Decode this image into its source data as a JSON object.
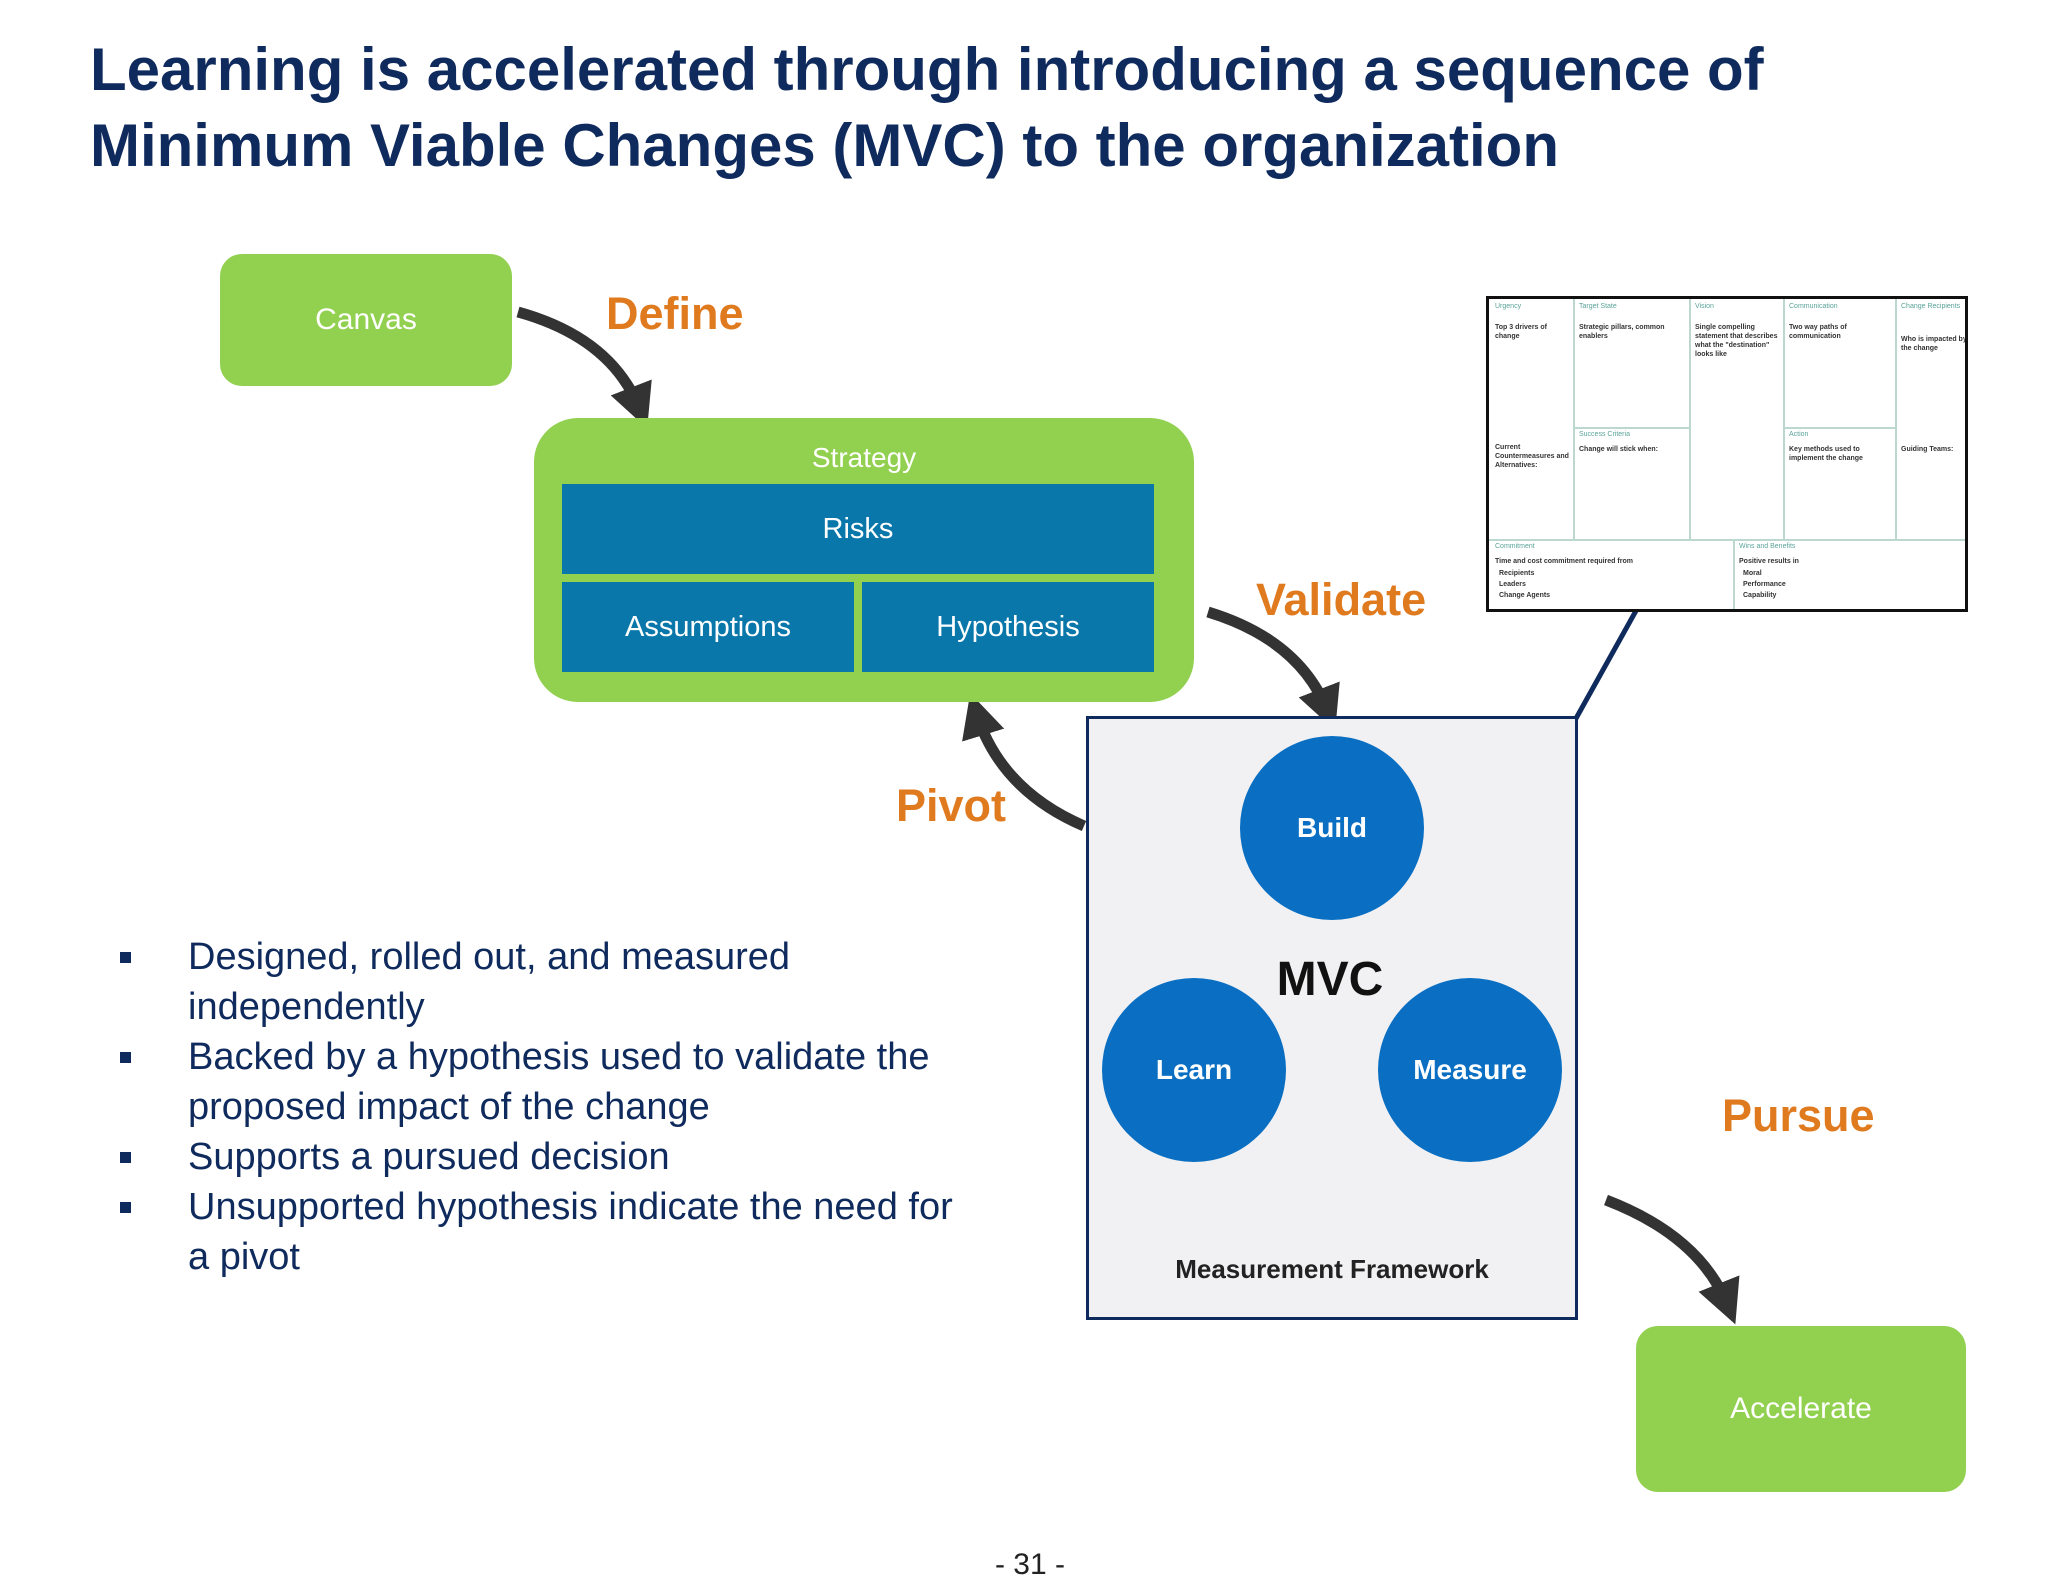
{
  "title": {
    "line1": "Learning is accelerated through introducing a sequence of",
    "line2": "Minimum Viable Changes (MVC) to the organization"
  },
  "diagram": {
    "canvas_label": "Canvas",
    "strategy_label": "Strategy",
    "risks_label": "Risks",
    "assumptions_label": "Assumptions",
    "hypothesis_label": "Hypothesis",
    "accelerate_label": "Accelerate",
    "actions": {
      "define": "Define",
      "validate": "Validate",
      "pivot": "Pivot",
      "pursue": "Pursue"
    },
    "cycle": {
      "center": "MVC",
      "build": "Build",
      "measure": "Measure",
      "learn": "Learn",
      "framework_label": "Measurement Framework"
    },
    "colors": {
      "green": "#92d050",
      "cell_blue": "#0a77aa",
      "circle_blue": "#0a6fc2",
      "orange": "#e07a1f",
      "navy": "#0f2a5c"
    }
  },
  "canvas_thumbnail": {
    "headers": [
      "Urgency",
      "Target State",
      "Vision",
      "Communication",
      "Change Recipients",
      "Success Criteria",
      "Action",
      "Commitment",
      "Wins and Benefits"
    ],
    "texts": [
      "Top 3 drivers of change",
      "Strategic pillars, common enablers",
      "Single compelling statement that describes what the \"destination\" looks like",
      "Two way paths of communication",
      "Who is impacted by the change",
      "Current Countermeasures and Alternatives:",
      "Change will stick when:",
      "Key methods used to implement the change",
      "Guiding Teams:",
      "Time and cost commitment required from",
      "Recipients",
      "Leaders",
      "Change Agents",
      "Positive results in",
      "Moral",
      "Performance",
      "Capability"
    ]
  },
  "bullets": [
    "Designed, rolled out, and measured independently",
    "Backed by a hypothesis used to validate the proposed impact of the change",
    "Supports a pursued decision",
    "Unsupported hypothesis indicate the need for a pivot"
  ],
  "page_number": "- 31 -"
}
